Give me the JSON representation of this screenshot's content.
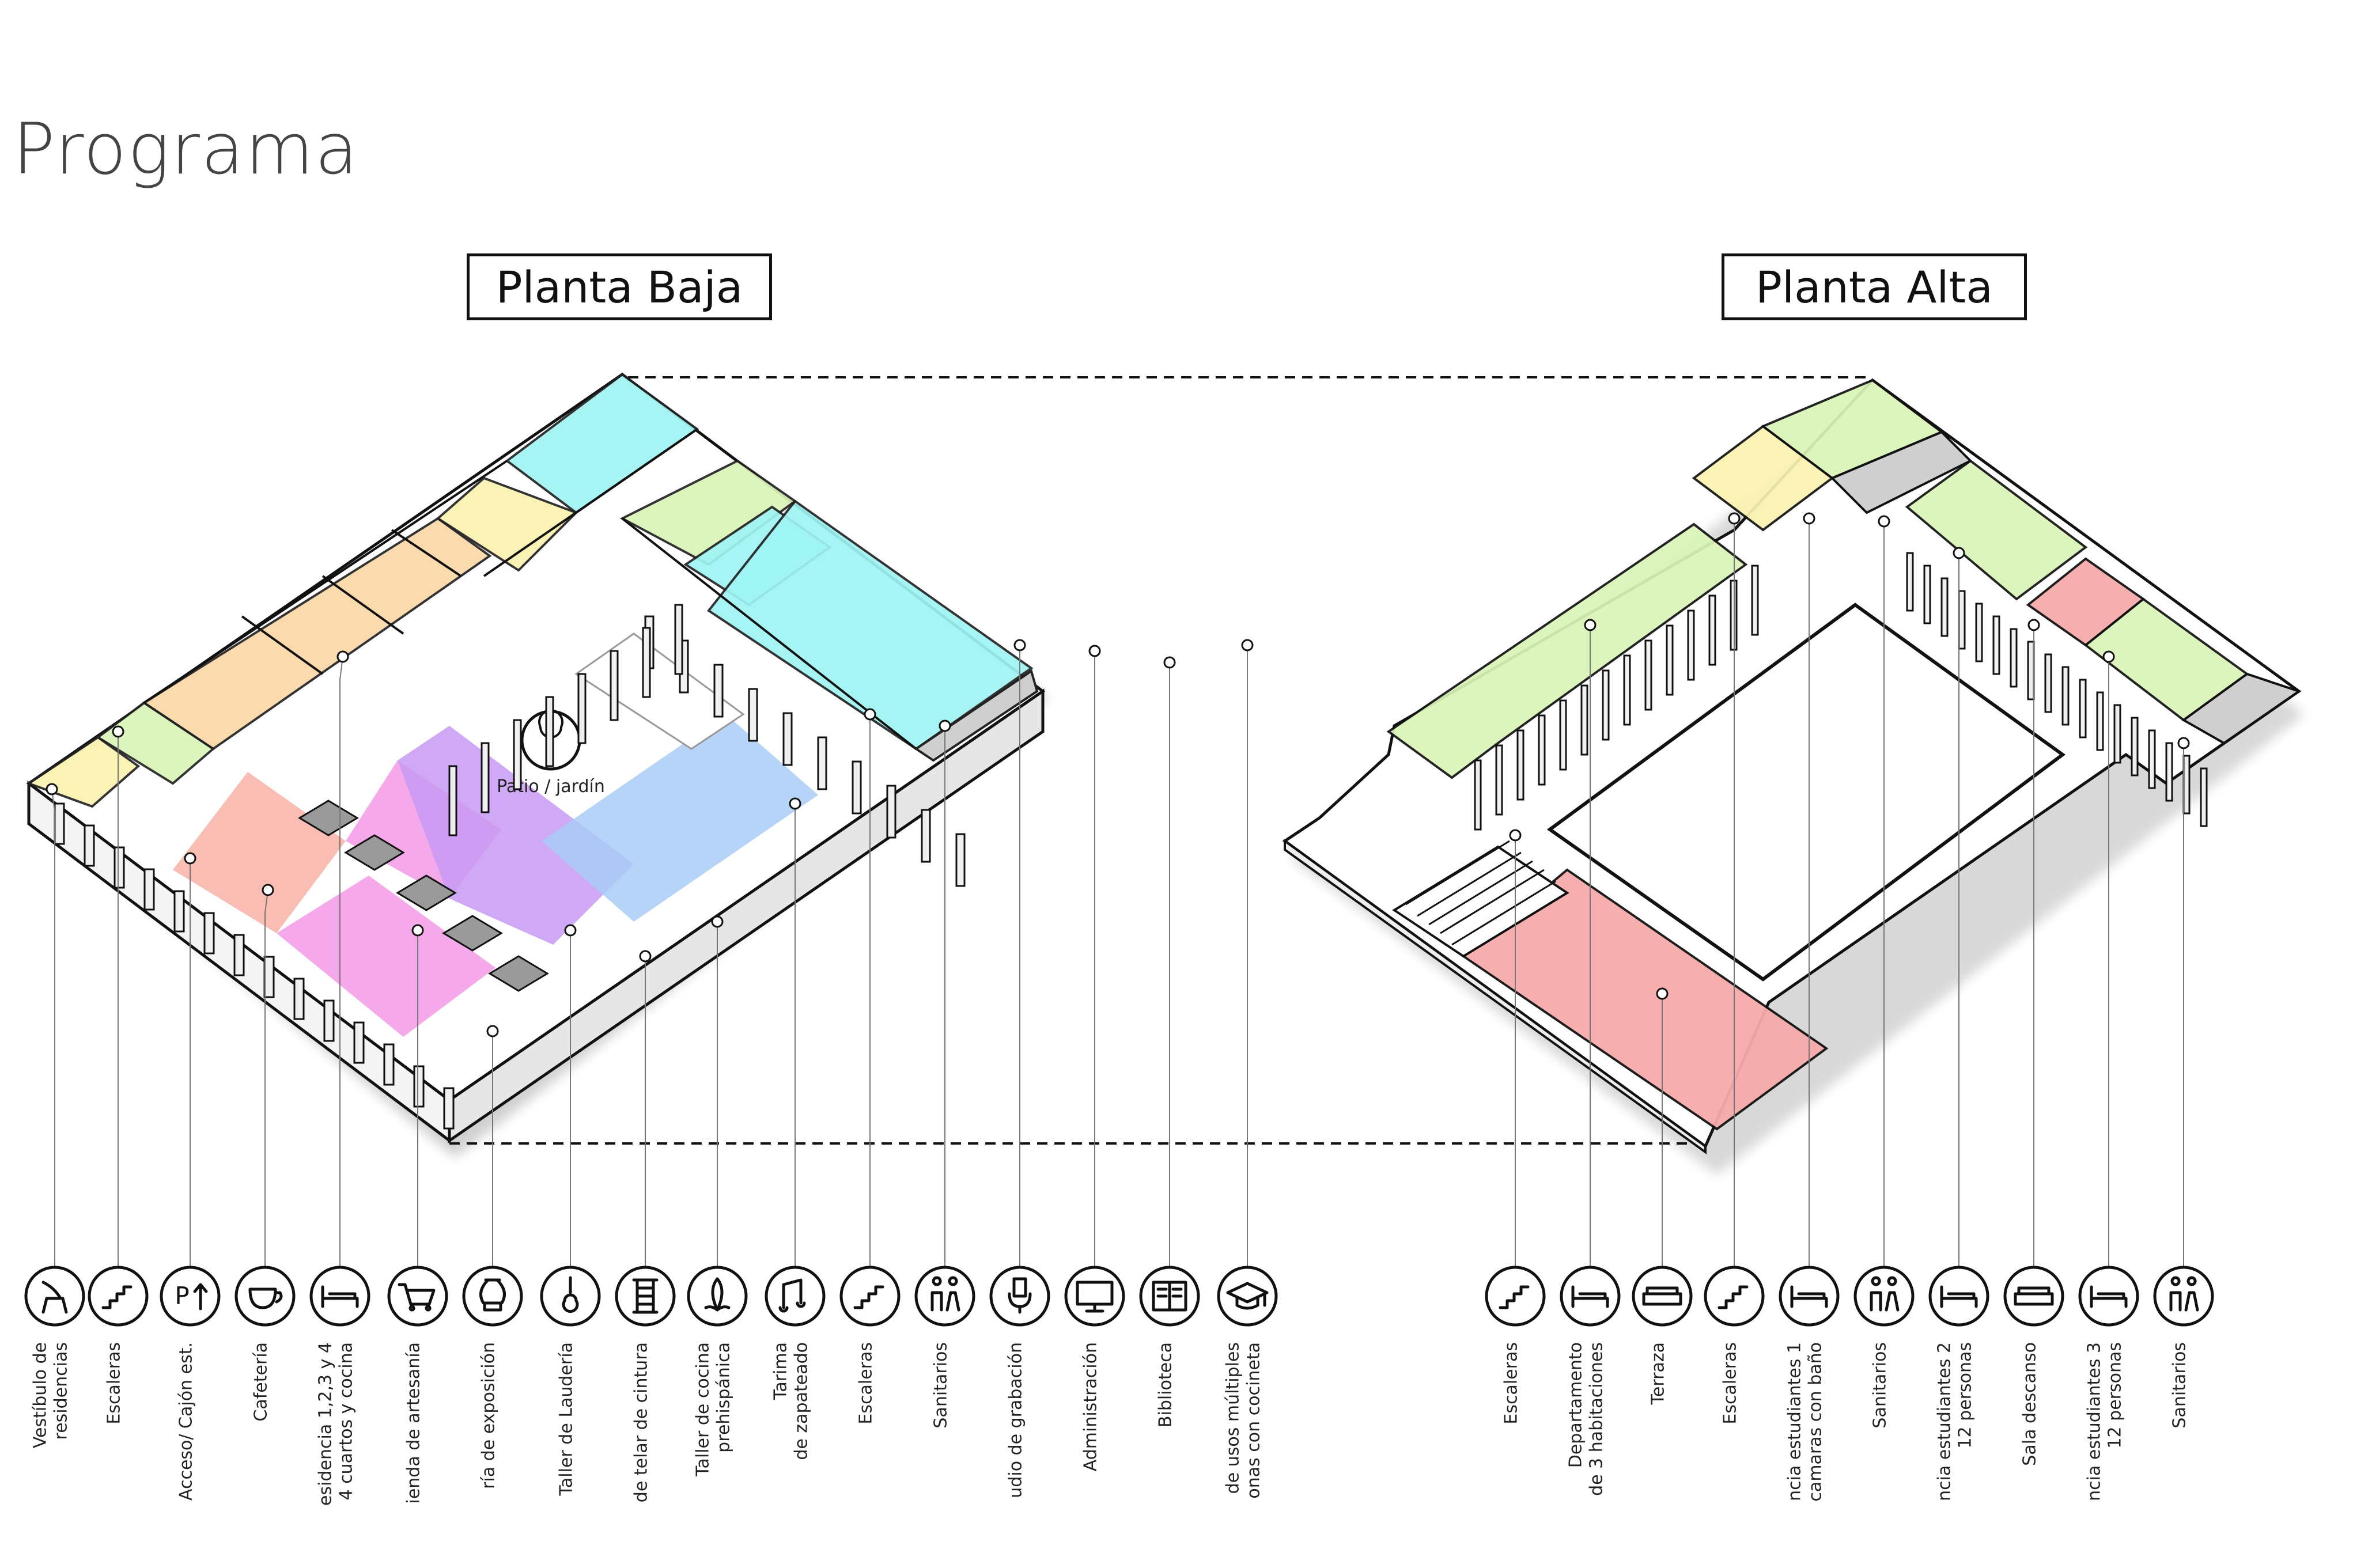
{
  "title": "Programa",
  "planta_baja": {
    "title": "Planta Baja",
    "patio_label": "Patio / jardín",
    "legend": [
      {
        "icon": "armchair-icon",
        "label": [
          "Vestíbulo de",
          "residencias"
        ]
      },
      {
        "icon": "stairs-icon",
        "label": [
          "Escaleras"
        ]
      },
      {
        "icon": "parking-icon",
        "label": [
          "Acceso/ Cajón est."
        ]
      },
      {
        "icon": "coffee-cup-icon",
        "label": [
          "Cafetería"
        ]
      },
      {
        "icon": "bed-icon",
        "label": [
          "esidencia 1,2,3 y 4",
          "4 cuartos y cocina"
        ]
      },
      {
        "icon": "cart-icon",
        "label": [
          "ienda de artesanía"
        ]
      },
      {
        "icon": "vase-icon",
        "label": [
          "ría de exposición"
        ]
      },
      {
        "icon": "guitar-icon",
        "label": [
          "Taller de Laudería"
        ]
      },
      {
        "icon": "thread-spool-icon",
        "label": [
          "de telar de cintura"
        ]
      },
      {
        "icon": "corn-icon",
        "label": [
          "Taller de cocina",
          "prehispánica"
        ]
      },
      {
        "icon": "music-notes-icon",
        "label": [
          "Tarima",
          "de zapateado"
        ]
      },
      {
        "icon": "stairs-icon",
        "label": [
          "Escaleras"
        ]
      },
      {
        "icon": "restroom-icon",
        "label": [
          "Sanitarios"
        ]
      },
      {
        "icon": "microphone-icon",
        "label": [
          "udio  de grabación"
        ]
      },
      {
        "icon": "monitor-icon",
        "label": [
          "Administración"
        ]
      },
      {
        "icon": "book-icon",
        "label": [
          "Biblioteca"
        ]
      },
      {
        "icon": "graduation-cap-icon",
        "label": [
          "de usos múltiples",
          "onas con cocineta"
        ]
      }
    ]
  },
  "planta_alta": {
    "title": "Planta Alta",
    "legend": [
      {
        "icon": "stairs-icon",
        "label": [
          "Escaleras"
        ]
      },
      {
        "icon": "bed-icon",
        "label": [
          "Departamento",
          "de 3 habitaciones"
        ]
      },
      {
        "icon": "sofa-icon",
        "label": [
          "Terraza"
        ]
      },
      {
        "icon": "stairs-icon",
        "label": [
          "Escaleras"
        ]
      },
      {
        "icon": "bed-icon",
        "label": [
          "ncia estudiantes 1",
          "camaras con baño"
        ]
      },
      {
        "icon": "restroom-icon",
        "label": [
          "Sanitarios"
        ]
      },
      {
        "icon": "bed-icon",
        "label": [
          "ncia estudiantes 2",
          "12 personas"
        ]
      },
      {
        "icon": "sofa-icon",
        "label": [
          "Sala descanso"
        ]
      },
      {
        "icon": "bed-icon",
        "label": [
          "ncia estudiantes 3",
          "12 personas"
        ]
      },
      {
        "icon": "restroom-icon",
        "label": [
          "Sanitarios"
        ]
      }
    ]
  },
  "colors": {
    "cyan": "#9ff4f4",
    "green": "#d9f5b8",
    "yellow": "#fbf3b0",
    "orange": "#fbd7a8",
    "salmon": "#f8b2a6",
    "magenta": "#f59ae6",
    "violet": "#c79af5",
    "blue": "#a8cdf7",
    "red": "#f7aaaa",
    "gray": "#cfcfcf"
  }
}
